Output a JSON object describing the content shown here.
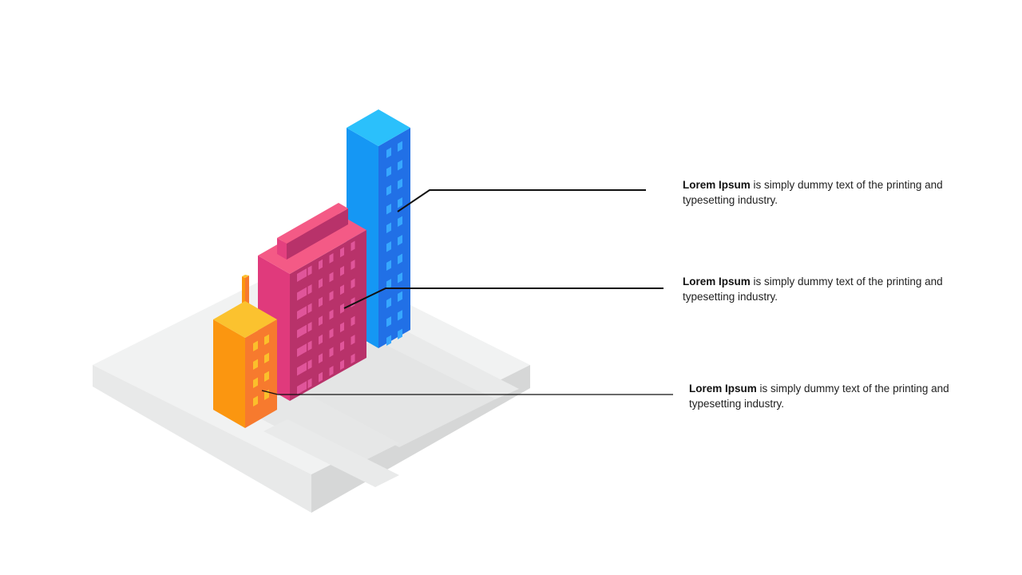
{
  "callouts": [
    {
      "bold": "Lorem Ipsum",
      "text": " is simply dummy  text of the printing and typesetting industry."
    },
    {
      "bold": "Lorem Ipsum",
      "text": " is simply dummy  text of the printing and typesetting industry."
    },
    {
      "bold": "Lorem Ipsum",
      "text": " is simply dummy  text of the printing and typesetting industry."
    }
  ],
  "colors": {
    "blue_top": "#2bc0fb",
    "blue_left": "#1597f4",
    "blue_right": "#2170e6",
    "pink_top": "#f45a86",
    "pink_left": "#e03a7c",
    "pink_right": "#b8326a",
    "orange_top": "#fbc22f",
    "orange_left": "#fb9610",
    "orange_right": "#f77a2e",
    "base_top": "#f0f1f1",
    "base_front": "#e7e8e8",
    "base_side": "#d4d5d5"
  }
}
